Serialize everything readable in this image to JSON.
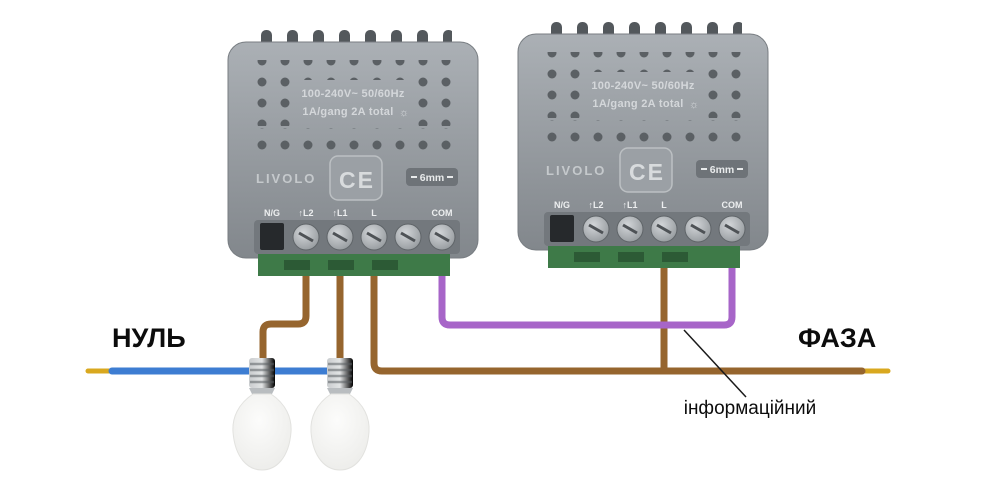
{
  "diagram": {
    "labels": {
      "neutral": "НУЛЬ",
      "phase": "ФАЗА",
      "info_wire": "інформаційний"
    },
    "modules": [
      {
        "brand": "LIVOLO",
        "cert": "CE",
        "spec_line1": "100-240V~  50/60Hz",
        "spec_line2": "1A/gang 2A total",
        "sun_icon": "☼",
        "strip_label": "6mm",
        "terminals": [
          "N/G",
          "↑L2",
          "↑L1",
          "L",
          "COM"
        ]
      },
      {
        "brand": "LIVOLO",
        "cert": "CE",
        "spec_line1": "100-240V~  50/60Hz",
        "spec_line2": "1A/gang 2A total",
        "sun_icon": "☼",
        "strip_label": "6mm",
        "terminals": [
          "N/G",
          "↑L2",
          "↑L1",
          "L",
          "COM"
        ]
      }
    ],
    "colors": {
      "neutral_wire": "#3d7dd2",
      "phase_wire": "#96652e",
      "info_wire": "#a765c8",
      "wire_tip": "#d9a81f"
    }
  }
}
